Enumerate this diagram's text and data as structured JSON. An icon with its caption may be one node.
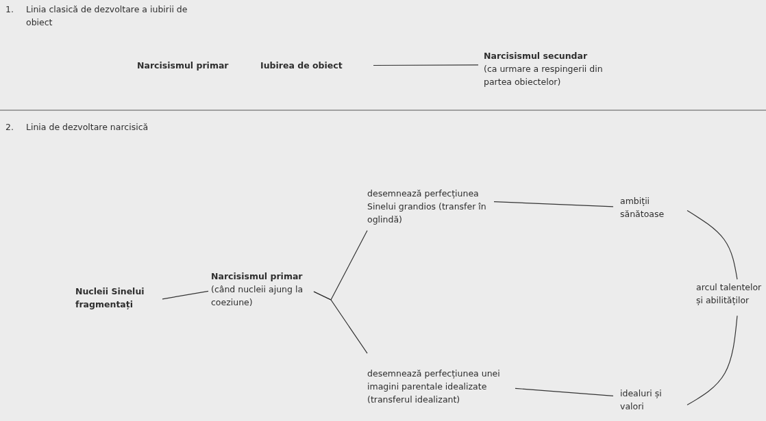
{
  "diagram": {
    "nodes": [
      {
        "text": [
          "Narcisismul primar"
        ]
      },
      {
        "text": [
          "Iubirea de obiect"
        ]
      },
      {
        "text": [
          "Narcisismul secundar",
          "(ca urmare a respingerii din partea obiectelor)"
        ]
      },
      {
        "text": [
          "Nucleii Sinelui fragmentați"
        ]
      },
      {
        "text": [
          "Narcisismul primar",
          "(când nucleii ajung la coeziune)"
        ]
      },
      {
        "text": [
          "desemnează perfecțiunea Sinelui grandios (transfer în oglindă)"
        ]
      },
      {
        "text": [
          "desemnează perfecțiunea unei imagini parentale idealizate (transferul idealizant)"
        ]
      },
      {
        "text": [
          "ambiții sănătoase"
        ]
      },
      {
        "text": [
          "idealuri și valori"
        ]
      },
      {
        "text": [
          "arcul talentelor și abilităților"
        ]
      }
    ],
    "edges": [
      {
        "from": 1,
        "to": 2,
        "arrow": "none"
      },
      {
        "from": 3,
        "to": 4,
        "arrow": "none"
      },
      {
        "from": 4,
        "to": 5,
        "arrow": "none"
      },
      {
        "from": 4,
        "to": 6,
        "arrow": "none"
      },
      {
        "from": 5,
        "to": 7,
        "arrow": "none"
      },
      {
        "from": 6,
        "to": 8,
        "arrow": "none"
      },
      {
        "from": 7,
        "to": 9,
        "arrow": "none"
      },
      {
        "from": 8,
        "to": 9,
        "arrow": "none"
      }
    ],
    "labels": [
      "1.",
      "Linia clasică de dezvoltare a iubirii de obiect",
      "2.",
      "Linia de dezvoltare narcisică"
    ]
  }
}
